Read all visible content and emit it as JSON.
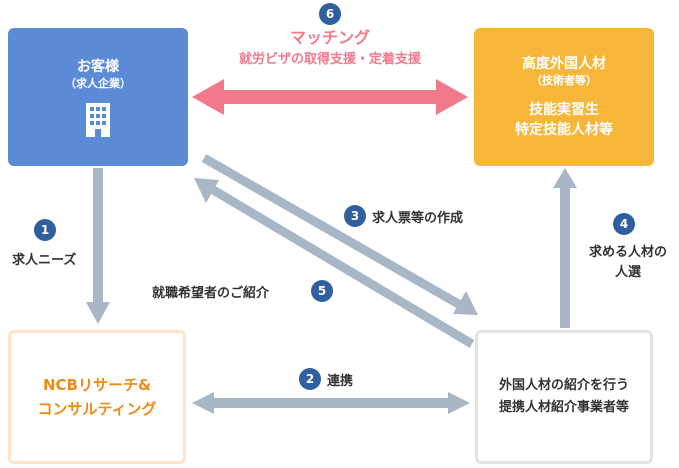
{
  "client": {
    "title": "お客様",
    "subtitle": "（求人企業）"
  },
  "talent": {
    "title": "高度外国人材",
    "subtitle": "（技術者等）",
    "line1": "技能実習生",
    "line2": "特定技能人材等"
  },
  "ncb": {
    "line1": "NCBリサーチ&",
    "line2": "コンサルティング"
  },
  "agency": {
    "line1": "外国人材の紹介を行う",
    "line2": "提携人材紹介事業者等"
  },
  "steps": [
    {
      "num": "1",
      "label": "求人ニーズ"
    },
    {
      "num": "2",
      "label": "連携"
    },
    {
      "num": "3",
      "label": "求人票等の作成"
    },
    {
      "num": "4",
      "label_line1": "求める人材の",
      "label_line2": "人選"
    },
    {
      "num": "5",
      "label": "就職希望者のご紹介"
    },
    {
      "num": "6",
      "title": "マッチング",
      "subtitle": "就労ビザの取得支援・定着支援"
    }
  ],
  "colors": {
    "client": "#5b8bd6",
    "talent": "#f5b63a",
    "ncb_text": "#f08a16",
    "arrow": "#a8b6c6",
    "matching": "#f07a8c",
    "badge": "#2f5f9e"
  }
}
